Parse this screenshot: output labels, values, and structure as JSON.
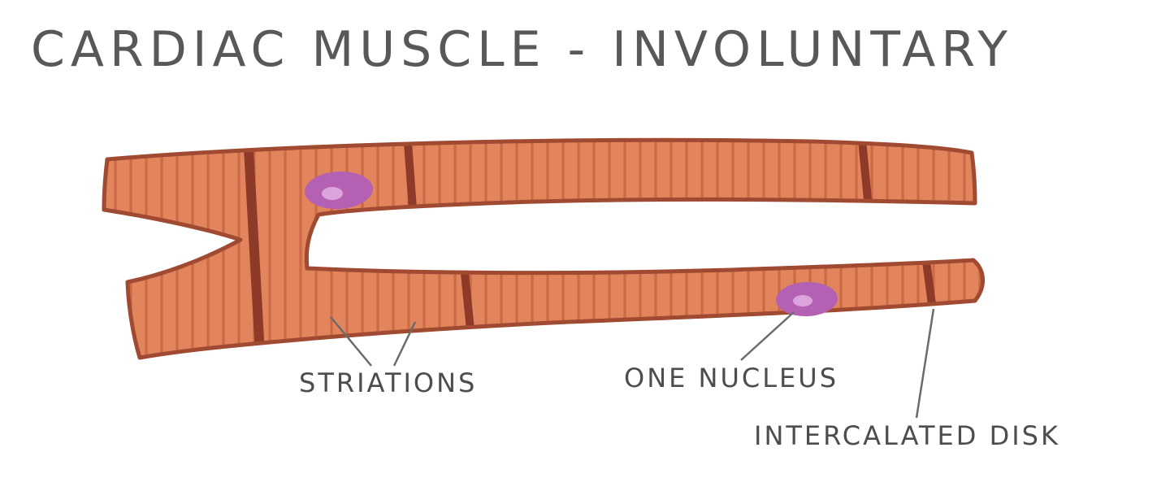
{
  "title": "CARDIAC MUSCLE - INVOLUNTARY",
  "labels": {
    "striations": "STRIATIONS",
    "one_nucleus": "ONE NUCLEUS",
    "intercalated_disk": "INTERCALATED DISK"
  },
  "colors": {
    "background": "#FFFFFF",
    "fiber_fill": "#E2845C",
    "fiber_outline": "#A04A32",
    "striation": "#C4603E",
    "intercalated_disk": "#8E3A28",
    "nucleus": "#B461B3",
    "nucleus_inner": "#DCA4DC",
    "title_text": "#585858",
    "label_text": "#4D4D4D",
    "pointer_line": "#6B6B6B"
  }
}
